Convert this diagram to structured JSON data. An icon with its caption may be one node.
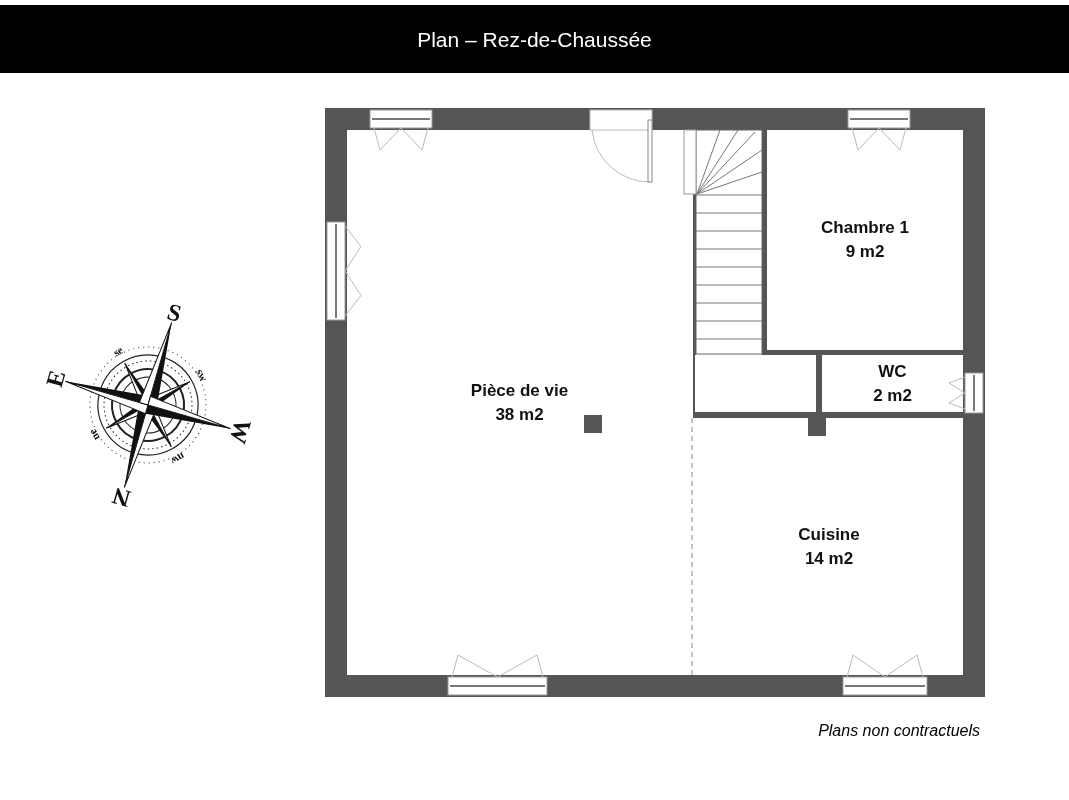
{
  "diagram": {
    "title": "Plan – Rez-de-Chaussée",
    "caption": "Plans non contractuels",
    "nodes": [
      {
        "text": [
          "Pièce de vie",
          "38 m2"
        ]
      },
      {
        "text": [
          "Chambre 1",
          "9 m2"
        ]
      },
      {
        "text": [
          "WC",
          "2 m2"
        ]
      },
      {
        "text": [
          "Cuisine",
          "14 m2"
        ]
      }
    ],
    "labels": [
      "S",
      "se",
      "sw",
      "E",
      "W",
      "ne",
      "nw",
      "N"
    ]
  }
}
